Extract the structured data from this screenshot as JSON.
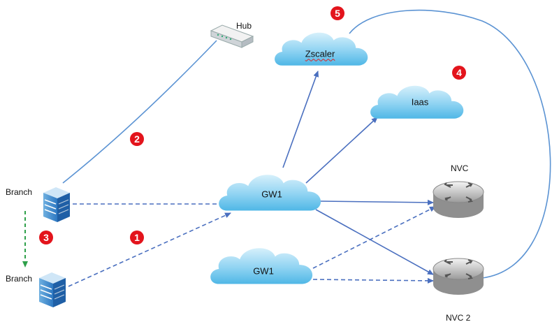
{
  "nodes": {
    "hub": "Hub",
    "branch_top": "Branch",
    "branch_bottom": "Branch",
    "zscaler": "Zscaler",
    "iaas": "Iaas",
    "gw1_top": "GW1",
    "gw1_bottom": "GW1",
    "nvc": "NVC",
    "nvc2": "NVC 2"
  },
  "badges": {
    "one": "1",
    "two": "2",
    "three": "3",
    "four": "4",
    "five": "5"
  },
  "colors": {
    "badge": "#e3141c",
    "link": "#4a6fbf",
    "hub_link": "#5b93d3",
    "failover_arrow": "#2fa04a",
    "cloud_light": "#d6f0fb",
    "cloud_dark": "#4fb7e6"
  }
}
